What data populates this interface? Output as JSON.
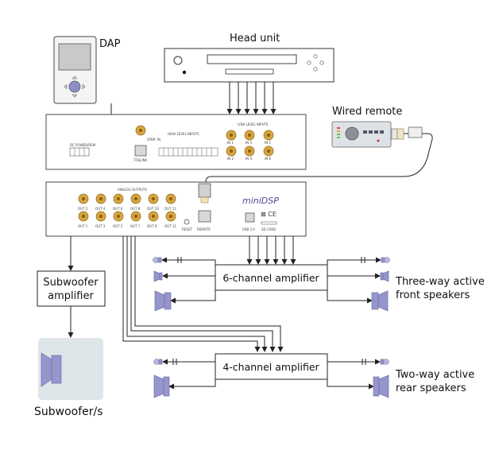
{
  "labels": {
    "dap": "DAP",
    "head_unit": "Head unit",
    "wired_remote": "Wired remote",
    "subwoofer_amplifier_line1": "Subwoofer",
    "subwoofer_amplifier_line2": "amplifier",
    "subwoofers": "Subwoofer/s",
    "six_channel_amplifier": "6-channel amplifier",
    "four_channel_amplifier": "4-channel amplifier",
    "front_speakers_line1": "Three-way active",
    "front_speakers_line2": "front speakers",
    "rear_speakers_line1": "Two-way active",
    "rear_speakers_line2": "rear speakers"
  },
  "input_panel": {
    "dc_power": "DC POWER/REM",
    "spdif_in": "SPDIF IN",
    "toslink": "TOSLINK",
    "high_level_inputs": "HIGH LEVEL INPUTS",
    "low_level_inputs": "LOW LEVEL INPUTS",
    "inputs": [
      "IN 1",
      "IN 3",
      "IN 5",
      "IN 2",
      "IN 4",
      "IN 6"
    ]
  },
  "output_panel": {
    "analog_outputs": "ANALOG OUTPUTS",
    "outputs_top": [
      "OUT 2",
      "OUT 4",
      "OUT 6",
      "OUT 8",
      "OUT 10",
      "OUT 12"
    ],
    "outputs_bottom": [
      "OUT 1",
      "OUT 3",
      "OUT 5",
      "OUT 7",
      "OUT 9",
      "OUT 11"
    ],
    "reset": "RESET",
    "remote": "REMOTE",
    "brand": "miniDSP",
    "usb": "USB 2.0",
    "sd_card": "SD CARD"
  },
  "colors": {
    "speaker": "#9696cc",
    "rca": "#d9a641",
    "subwoofer_bg": "#dfe6ea",
    "panel_border": "#333333"
  }
}
